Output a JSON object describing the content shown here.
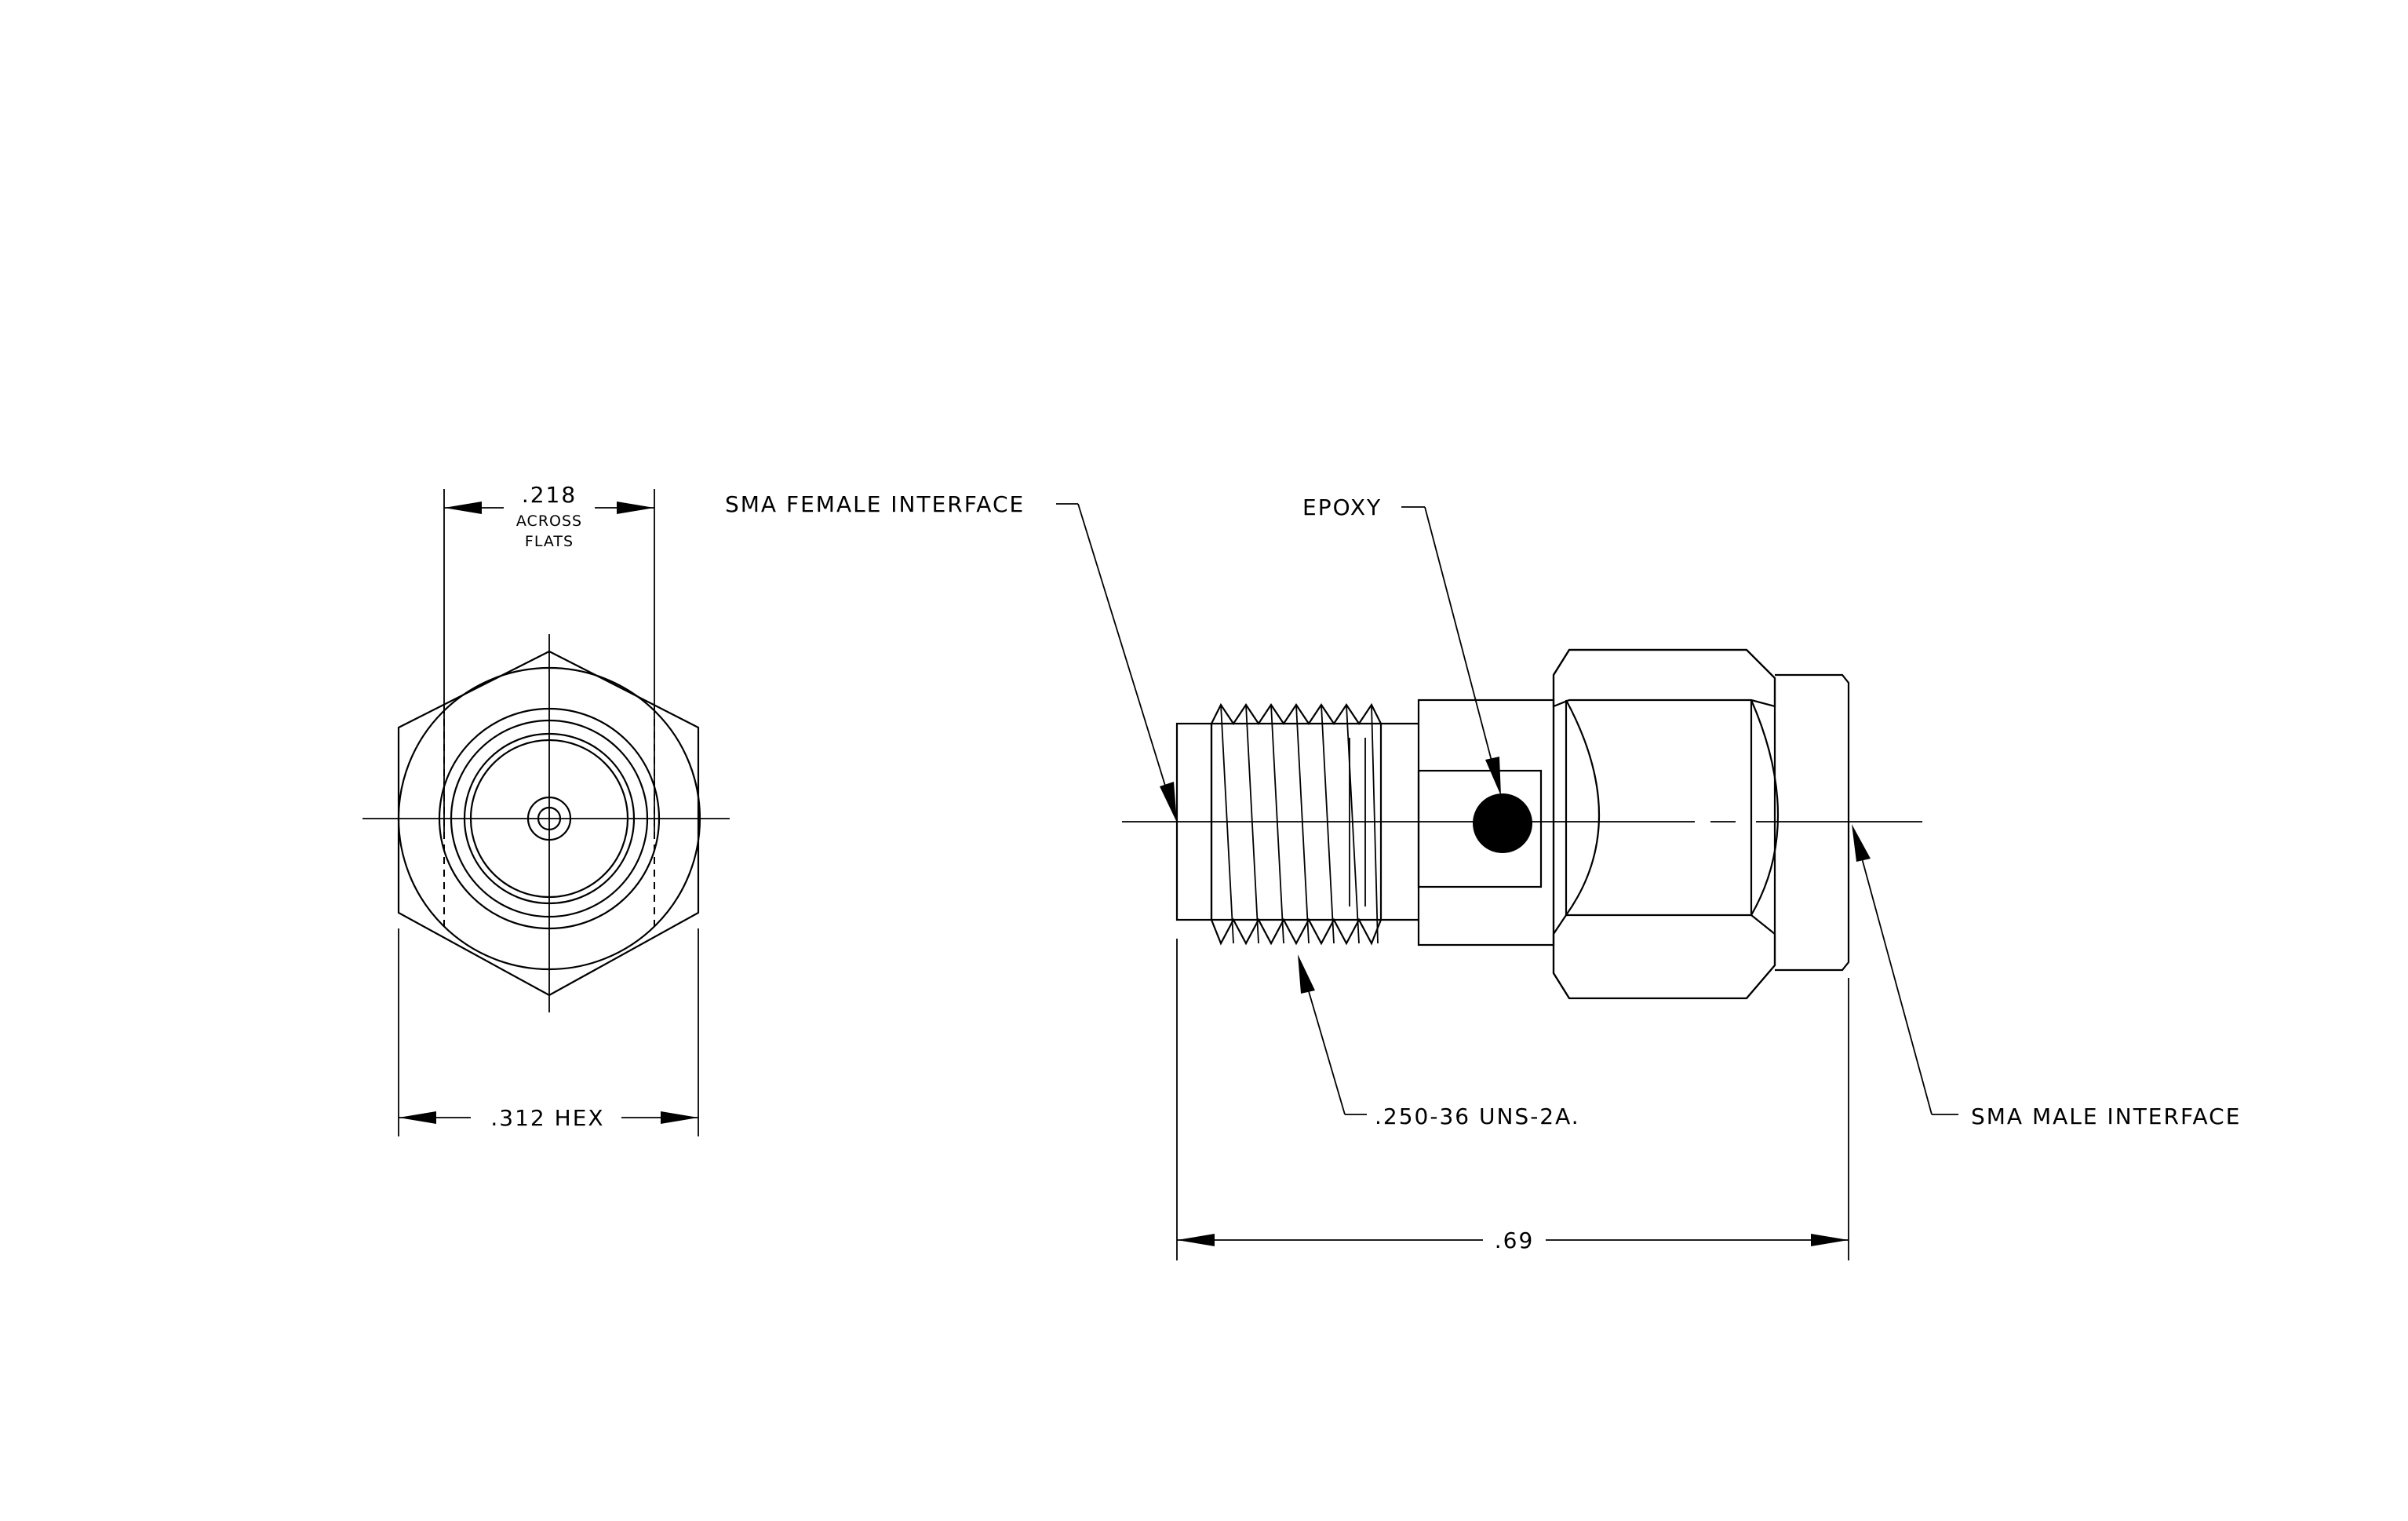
{
  "labels": {
    "across_flats_value": ".218",
    "across_flats_line1": "ACROSS",
    "across_flats_line2": "FLATS",
    "hex": ".312 HEX",
    "female_interface": "SMA FEMALE INTERFACE",
    "epoxy": "EPOXY",
    "thread": ".250-36 UNS-2A.",
    "male_interface": "SMA MALE INTERFACE",
    "length": ".69"
  }
}
